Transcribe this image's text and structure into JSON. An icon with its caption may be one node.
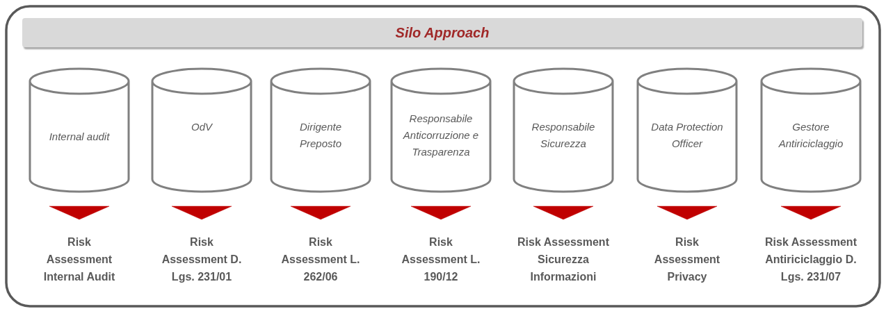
{
  "diagram": {
    "title": "Silo Approach",
    "nodes": [
      {
        "text": [
          "Internal audit"
        ]
      },
      {
        "text": [
          "OdV"
        ]
      },
      {
        "text": [
          "Dirigente Preposto"
        ]
      },
      {
        "text": [
          "Responsabile Anticorruzione e Trasparenza"
        ]
      },
      {
        "text": [
          "Responsabile Sicurezza"
        ]
      },
      {
        "text": [
          "Data Protection Officer"
        ]
      },
      {
        "text": [
          "Gestore Antiriciclaggio"
        ]
      },
      {
        "text": [
          "Risk Assessment Internal Audit"
        ]
      },
      {
        "text": [
          "Risk Assessment D. Lgs. 231/01"
        ]
      },
      {
        "text": [
          "Risk Assessment L. 262/06"
        ]
      },
      {
        "text": [
          "Risk Assessment L. 190/12"
        ]
      },
      {
        "text": [
          "Risk Assessment Sicurezza Informazioni"
        ]
      },
      {
        "text": [
          "Risk Assessment Privacy"
        ]
      },
      {
        "text": [
          "Risk Assessment Antiriciclaggio D. Lgs. 231/07"
        ]
      }
    ],
    "edges": [
      {
        "from": 0,
        "to": 7,
        "arrow": "to",
        "color": "#c00000"
      },
      {
        "from": 1,
        "to": 8,
        "arrow": "to",
        "color": "#c00000"
      },
      {
        "from": 2,
        "to": 9,
        "arrow": "to",
        "color": "#c00000"
      },
      {
        "from": 3,
        "to": 10,
        "arrow": "to",
        "color": "#c00000"
      },
      {
        "from": 4,
        "to": 11,
        "arrow": "to",
        "color": "#c00000"
      },
      {
        "from": 5,
        "to": 12,
        "arrow": "to",
        "color": "#c00000"
      },
      {
        "from": 6,
        "to": 13,
        "arrow": "to",
        "color": "#c00000"
      }
    ]
  }
}
